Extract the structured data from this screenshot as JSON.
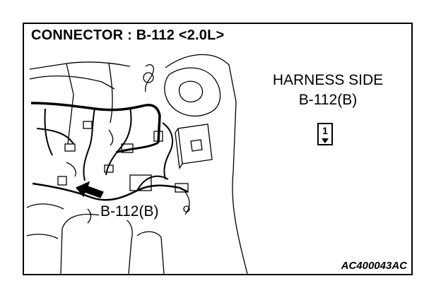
{
  "title": "CONNECTOR : B-112 <2.0L>",
  "harness": {
    "side_label": "HARNESS SIDE",
    "connector_code": "B-112(B)",
    "pin_number": "1"
  },
  "pointer_label": "B-112(B)",
  "figure_id": "AC400043AC"
}
